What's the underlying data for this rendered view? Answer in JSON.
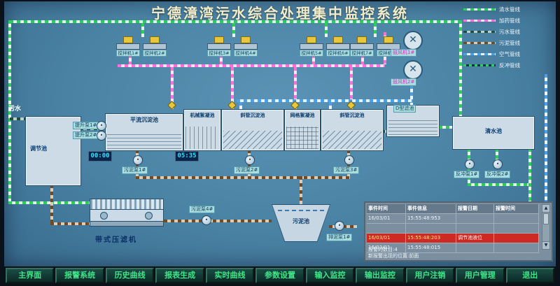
{
  "title": "宁德漳湾污水综合处理集中监控系统",
  "colors": {
    "clean_water": "#2ecc5a",
    "dosing": "#ff6fd8",
    "sewage": "#1f4d40",
    "sludge": "#6e4a26",
    "air": "#4f9fe8",
    "alarm_red": "#cc2a22",
    "nav_text": "#3fe586",
    "title_text": "#f2edc8"
  },
  "legend": {
    "items": [
      {
        "label": "清水管线",
        "color": "#2ecc5a"
      },
      {
        "label": "加药管线",
        "color": "#ff6fd8"
      },
      {
        "label": "污水管线",
        "color": "#1f4d40"
      },
      {
        "label": "污泥管线",
        "color": "#6e4a26"
      },
      {
        "label": "空气管线",
        "color": "#4f9fe8"
      },
      {
        "label": "反冲管线",
        "color": "#2ecc5a"
      }
    ]
  },
  "schematic": {
    "inflow_label": "污水",
    "mixers": [
      "搅拌机1#",
      "搅拌机2#",
      "搅拌机3#",
      "搅拌机4#",
      "搅拌机5#",
      "搅拌机6#",
      "搅拌机7#",
      "搅拌机8#"
    ],
    "blowers": [
      "鼓风机1#",
      "鼓风机2#"
    ],
    "tanks": {
      "regulation": "调节池",
      "horizontal_sed": "平流沉淀池",
      "mech_floc": "机械絮凝池",
      "inclined_sed_1": "斜管沉淀池",
      "grid_floc": "网格絮凝池",
      "inclined_sed_2": "斜管沉淀池",
      "d_filter": "D型滤池",
      "clear_water": "清水池",
      "sludge_tank": "污泥池",
      "belt_press": "带式压滤机"
    },
    "pumps": {
      "lift1": "提升泵1#",
      "lift2": "提升泵2#",
      "mud1": "污泥泵1#",
      "mud2": "污泥泵2#",
      "mud3": "污泥泵3#",
      "mud4": "污泥泵4#",
      "drain1": "排泥泵1#",
      "bw1": "反冲泵1#",
      "bw2": "反冲泵2#"
    },
    "timers": {
      "t1": "00:00",
      "t2": "05:35"
    }
  },
  "alarms": {
    "headers": [
      "事件时间",
      "事件信息",
      "报警日期",
      "报警时间"
    ],
    "rows": [
      [
        "16/03/01",
        "15:55:48:953",
        "",
        ""
      ],
      [
        "",
        "",
        "",
        ""
      ],
      [
        "16/03/01",
        "15:55:48:203",
        "调节池液位",
        ""
      ],
      [
        "16/03/01",
        "15:55:48:015",
        "",
        ""
      ]
    ],
    "footer_count": "报警的数目:4",
    "footer_position": "新报警出现的位置:前面"
  },
  "nav": {
    "buttons": [
      "主界面",
      "报警系统",
      "历史曲线",
      "报表生成",
      "实时曲线",
      "参数设置",
      "输入监控",
      "输出监控",
      "用户注销",
      "用户管理",
      "退出"
    ]
  }
}
